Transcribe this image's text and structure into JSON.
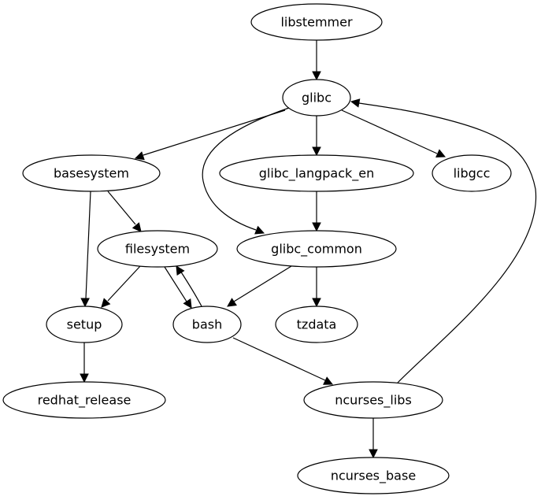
{
  "diagram": {
    "type": "directed-graph",
    "nodes": [
      {
        "id": "libstemmer",
        "label": "libstemmer"
      },
      {
        "id": "glibc",
        "label": "glibc"
      },
      {
        "id": "basesystem",
        "label": "basesystem"
      },
      {
        "id": "glibc_langpack_en",
        "label": "glibc_langpack_en"
      },
      {
        "id": "libgcc",
        "label": "libgcc"
      },
      {
        "id": "filesystem",
        "label": "filesystem"
      },
      {
        "id": "glibc_common",
        "label": "glibc_common"
      },
      {
        "id": "setup",
        "label": "setup"
      },
      {
        "id": "bash",
        "label": "bash"
      },
      {
        "id": "tzdata",
        "label": "tzdata"
      },
      {
        "id": "redhat_release",
        "label": "redhat_release"
      },
      {
        "id": "ncurses_libs",
        "label": "ncurses_libs"
      },
      {
        "id": "ncurses_base",
        "label": "ncurses_base"
      }
    ],
    "edges": [
      {
        "from": "libstemmer",
        "to": "glibc"
      },
      {
        "from": "glibc",
        "to": "basesystem"
      },
      {
        "from": "glibc",
        "to": "glibc_langpack_en"
      },
      {
        "from": "glibc",
        "to": "libgcc"
      },
      {
        "from": "glibc",
        "to": "glibc_common"
      },
      {
        "from": "basesystem",
        "to": "filesystem"
      },
      {
        "from": "basesystem",
        "to": "setup"
      },
      {
        "from": "glibc_langpack_en",
        "to": "glibc_common"
      },
      {
        "from": "filesystem",
        "to": "setup"
      },
      {
        "from": "filesystem",
        "to": "bash"
      },
      {
        "from": "bash",
        "to": "filesystem"
      },
      {
        "from": "glibc_common",
        "to": "bash"
      },
      {
        "from": "glibc_common",
        "to": "tzdata"
      },
      {
        "from": "setup",
        "to": "redhat_release"
      },
      {
        "from": "bash",
        "to": "ncurses_libs"
      },
      {
        "from": "ncurses_libs",
        "to": "ncurses_base"
      },
      {
        "from": "ncurses_libs",
        "to": "glibc"
      }
    ]
  }
}
